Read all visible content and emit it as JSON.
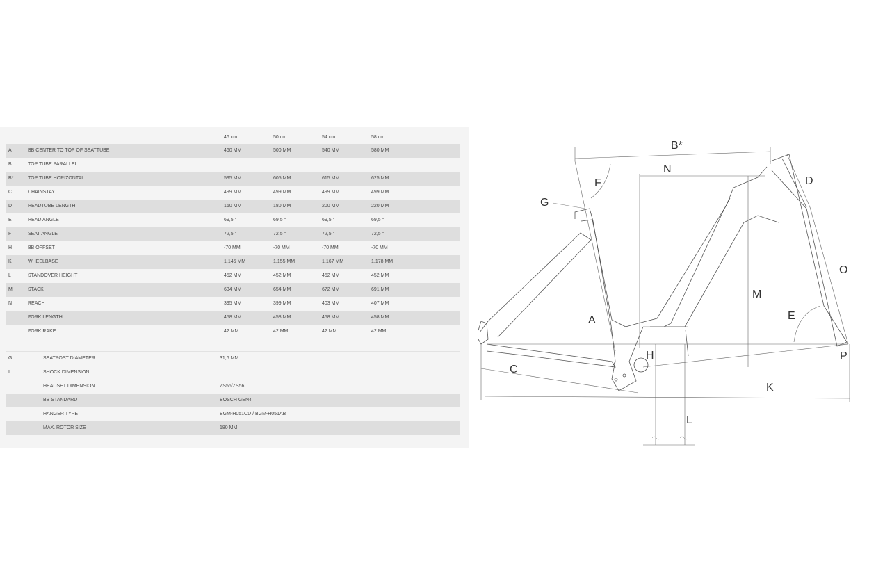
{
  "geometry_table": {
    "sizes": [
      "46 cm",
      "50 cm",
      "54 cm",
      "58 cm"
    ],
    "rows": [
      {
        "code": "A",
        "label": "BB CENTER TO TOP OF SEATTUBE",
        "values": [
          "460 MM",
          "500 MM",
          "540 MM",
          "580 MM"
        ]
      },
      {
        "code": "B",
        "label": "TOP TUBE PARALLEL",
        "values": [
          "",
          "",
          "",
          ""
        ]
      },
      {
        "code": "B*",
        "label": "TOP TUBE HORIZONTAL",
        "values": [
          "595 MM",
          "605 MM",
          "615 MM",
          "625 MM"
        ]
      },
      {
        "code": "C",
        "label": "CHAINSTAY",
        "values": [
          "499 MM",
          "499 MM",
          "499 MM",
          "499 MM"
        ]
      },
      {
        "code": "D",
        "label": "HEADTUBE LENGTH",
        "values": [
          "160 MM",
          "180 MM",
          "200 MM",
          "220 MM"
        ]
      },
      {
        "code": "E",
        "label": "HEAD ANGLE",
        "values": [
          "69,5 °",
          "69,5 °",
          "69,5 °",
          "69,5 °"
        ]
      },
      {
        "code": "F",
        "label": "SEAT ANGLE",
        "values": [
          "72,5 °",
          "72,5 °",
          "72,5 °",
          "72,5 °"
        ]
      },
      {
        "code": "H",
        "label": "BB OFFSET",
        "values": [
          "-70 MM",
          "-70 MM",
          "-70 MM",
          "-70 MM"
        ]
      },
      {
        "code": "K",
        "label": "WHEELBASE",
        "values": [
          "1.145 MM",
          "1.155 MM",
          "1.167 MM",
          "1.178 MM"
        ]
      },
      {
        "code": "L",
        "label": "STANDOVER HEIGHT",
        "values": [
          "452 MM",
          "452 MM",
          "452 MM",
          "452 MM"
        ]
      },
      {
        "code": "M",
        "label": "STACK",
        "values": [
          "634 MM",
          "654 MM",
          "672 MM",
          "691 MM"
        ]
      },
      {
        "code": "N",
        "label": "REACH",
        "values": [
          "395 MM",
          "399 MM",
          "403 MM",
          "407 MM"
        ]
      },
      {
        "code": "",
        "label": "FORK LENGTH",
        "values": [
          "458 MM",
          "458 MM",
          "458 MM",
          "458 MM"
        ]
      },
      {
        "code": "",
        "label": "FORK RAKE",
        "values": [
          "42 MM",
          "42 MM",
          "42 MM",
          "42 MM"
        ]
      }
    ]
  },
  "spec_table": {
    "rows": [
      {
        "code": "G",
        "label": "SEATPOST DIAMETER",
        "value": "31,6 MM"
      },
      {
        "code": "I",
        "label": "SHOCK DIMENSION",
        "value": ""
      },
      {
        "code": "",
        "label": "HEADSET DIMENSION",
        "value": "ZS56/ZS56"
      },
      {
        "code": "",
        "label": "BB STANDARD",
        "value": "BOSCH GEN4"
      },
      {
        "code": "",
        "label": "HANGER TYPE",
        "value": "BGM-H051CD / BGM-H051AB"
      },
      {
        "code": "",
        "label": "MAX. ROTOR SIZE",
        "value": "180 MM"
      }
    ]
  },
  "diagram_labels": {
    "b_star": "B*",
    "n": "N",
    "f": "F",
    "d": "D",
    "g": "G",
    "o": "O",
    "m": "M",
    "a": "A",
    "e": "E",
    "h": "H",
    "p": "P",
    "c": "C",
    "k": "K",
    "l": "L"
  }
}
